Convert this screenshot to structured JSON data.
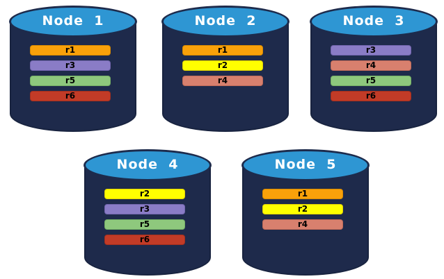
{
  "diagram": {
    "background": "#ffffff",
    "colors": {
      "cylinder_body": "#1e2a4b",
      "cylinder_body_edge": "#18233f",
      "cylinder_top_fill": "#2e96d3",
      "cylinder_top_edge": "#1d2b4c",
      "node_title_text": "#ffffff",
      "bar_text": "#000000"
    },
    "replica_colors": {
      "r1": {
        "fill": "#f9a10a",
        "edge": "#d88a00"
      },
      "r2": {
        "fill": "#ffff00",
        "edge": "#e2d100"
      },
      "r3": {
        "fill": "#8a7cc6",
        "edge": "#7265ad"
      },
      "r4": {
        "fill": "#d8806e",
        "edge": "#bf6a58"
      },
      "r5": {
        "fill": "#8ec87d",
        "edge": "#74ae64"
      },
      "r6": {
        "fill": "#c23b27",
        "edge": "#a32f1e"
      }
    },
    "nodes": [
      {
        "label": "Node  1",
        "replicas": [
          "r1",
          "r3",
          "r5",
          "r6"
        ]
      },
      {
        "label": "Node  2",
        "replicas": [
          "r1",
          "r2",
          "r4"
        ]
      },
      {
        "label": "Node  3",
        "replicas": [
          "r3",
          "r4",
          "r5",
          "r6"
        ]
      },
      {
        "label": "Node  4",
        "replicas": [
          "r2",
          "r3",
          "r5",
          "r6"
        ]
      },
      {
        "label": "Node  5",
        "replicas": [
          "r1",
          "r2",
          "r4"
        ]
      }
    ]
  }
}
